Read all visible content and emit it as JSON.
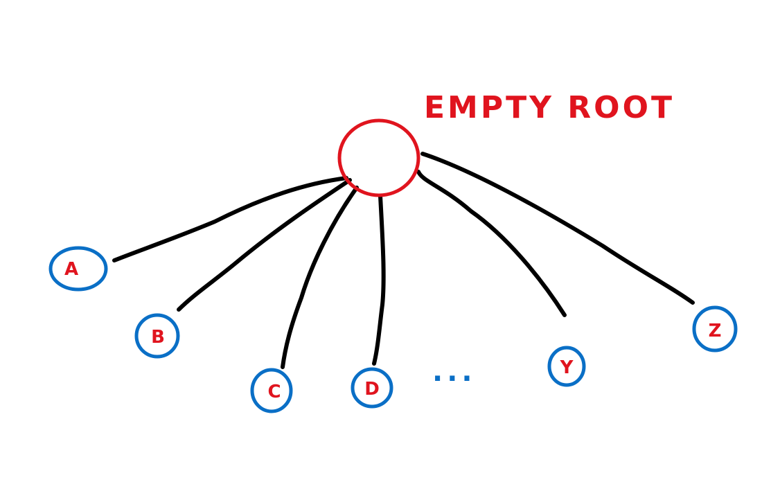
{
  "root": {
    "label": "EMPTY ROOT",
    "color": "#e0141e"
  },
  "children": [
    {
      "label": "A"
    },
    {
      "label": "B"
    },
    {
      "label": "C"
    },
    {
      "label": "D"
    },
    {
      "label": "Y"
    },
    {
      "label": "Z"
    }
  ],
  "ellipsis": "...",
  "colors": {
    "node_stroke": "#0a6fc6",
    "label_fill": "#e0141e",
    "edge": "#000000"
  }
}
